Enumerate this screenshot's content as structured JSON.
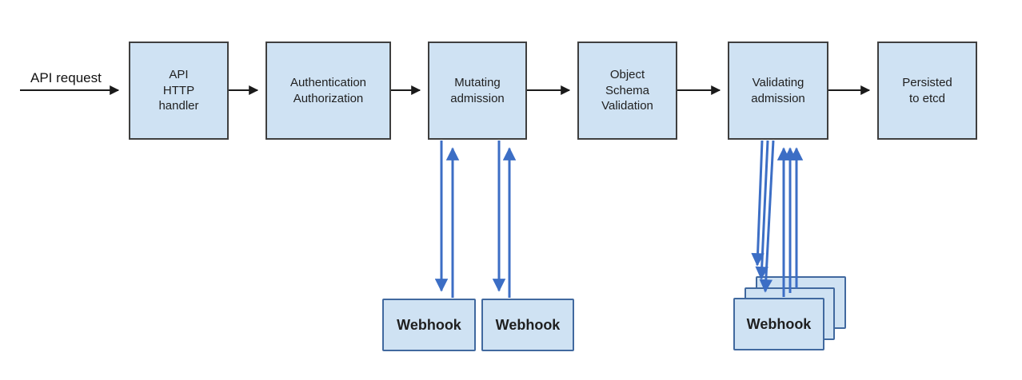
{
  "flow_label": {
    "text": "API request"
  },
  "pipeline": [
    {
      "id": "api-http-handler",
      "label": "API\nHTTP\nhandler"
    },
    {
      "id": "authentication-authorization",
      "label": "Authentication\nAuthorization"
    },
    {
      "id": "mutating-admission",
      "label": "Mutating\nadmission"
    },
    {
      "id": "object-schema-validation",
      "label": "Object\nSchema\nValidation"
    },
    {
      "id": "validating-admission",
      "label": "Validating\nadmission"
    },
    {
      "id": "persisted-to-etcd",
      "label": "Persisted\nto etcd"
    }
  ],
  "webhooks": {
    "mutating": [
      "Webhook",
      "Webhook"
    ],
    "validating": [
      "Webhook"
    ]
  },
  "colors": {
    "box_fill": "#cfe2f3",
    "box_border": "#3f3f3f",
    "webhook_border": "#41699f",
    "flow_arrow": "#1a1a1a",
    "webhook_arrow": "#3c6ec5"
  }
}
